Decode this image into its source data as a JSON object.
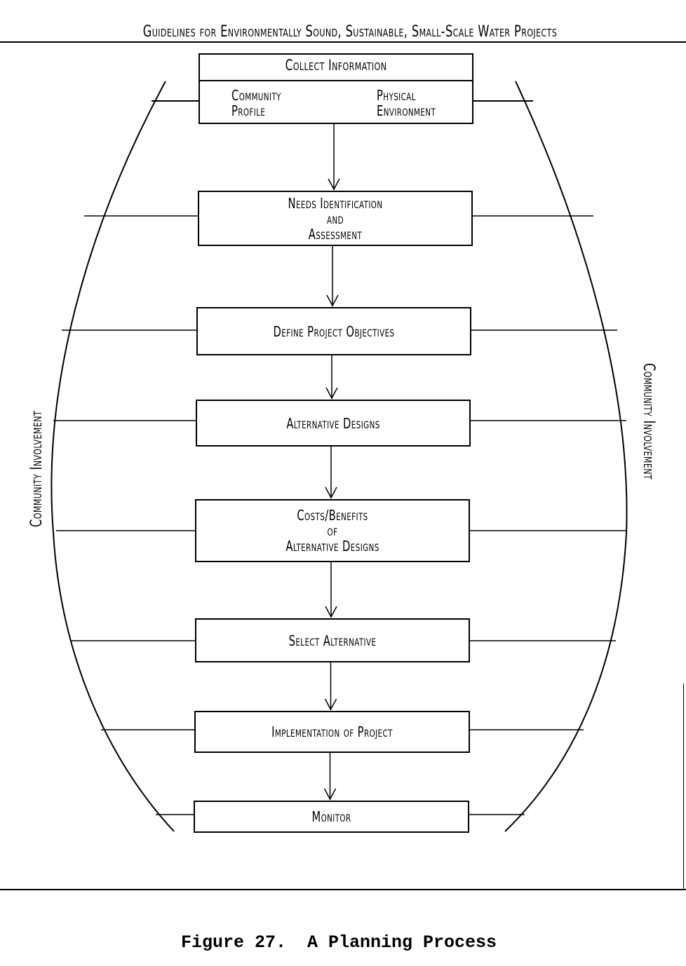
{
  "header": {
    "title": "Guidelines for Environmentally Sound, Sustainable, Small-Scale Water Projects"
  },
  "diagram": {
    "side_label_left": "Community Involvement",
    "side_label_right": "Community Involvement",
    "collect_box": {
      "title": "Collect Information",
      "left_line1": "Community",
      "left_line2": "Profile",
      "right_line1": "Physical",
      "right_line2": "Environment"
    },
    "steps": [
      {
        "lines": [
          "Needs Identification",
          "and",
          "Assessment"
        ]
      },
      {
        "lines": [
          "Define Project Objectives"
        ]
      },
      {
        "lines": [
          "Alternative Designs"
        ]
      },
      {
        "lines": [
          "Costs/Benefits",
          "of",
          "Alternative Designs"
        ]
      },
      {
        "lines": [
          "Select Alternative"
        ]
      },
      {
        "lines": [
          "Implementation of Project"
        ]
      },
      {
        "lines": [
          "Monitor"
        ]
      }
    ]
  },
  "caption": "Figure 27.  A Planning Process"
}
